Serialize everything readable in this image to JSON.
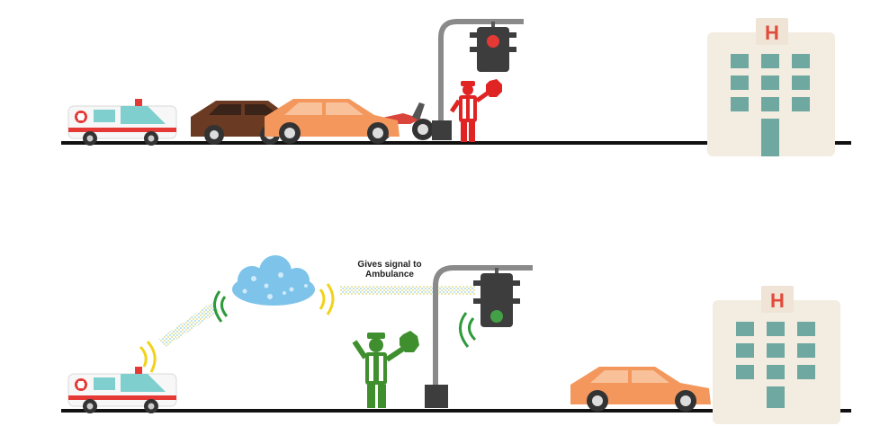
{
  "diagram": {
    "signal_caption": [
      "Gives signal to",
      "Ambulance"
    ],
    "hospital_sign_letter": "H",
    "colors": {
      "ground": "#111111",
      "signal_pole": "#8a8a8a",
      "signal_housing": "#3d3d3d",
      "red_light": "#e53935",
      "green_light": "#43a047",
      "police_red": "#e02424",
      "police_green": "#3f8f2f",
      "hospital_wall": "#f3ece1",
      "hospital_window": "#6fa8a0",
      "hospital_sign": "#e24b3b",
      "car_orange": "#f4975c",
      "car_brown": "#6a3a22",
      "bike_red": "#d9443b",
      "wave_green": "#2e9a3c",
      "wave_yellow": "#f2d21a",
      "cloud_blue": "#7ec3ea"
    },
    "icons": [
      "ambulance-icon",
      "car-icon",
      "motorbike-icon",
      "traffic-light-icon",
      "traffic-police-icon",
      "hospital-icon",
      "cloud-icon",
      "wireless-signal-icon"
    ]
  }
}
